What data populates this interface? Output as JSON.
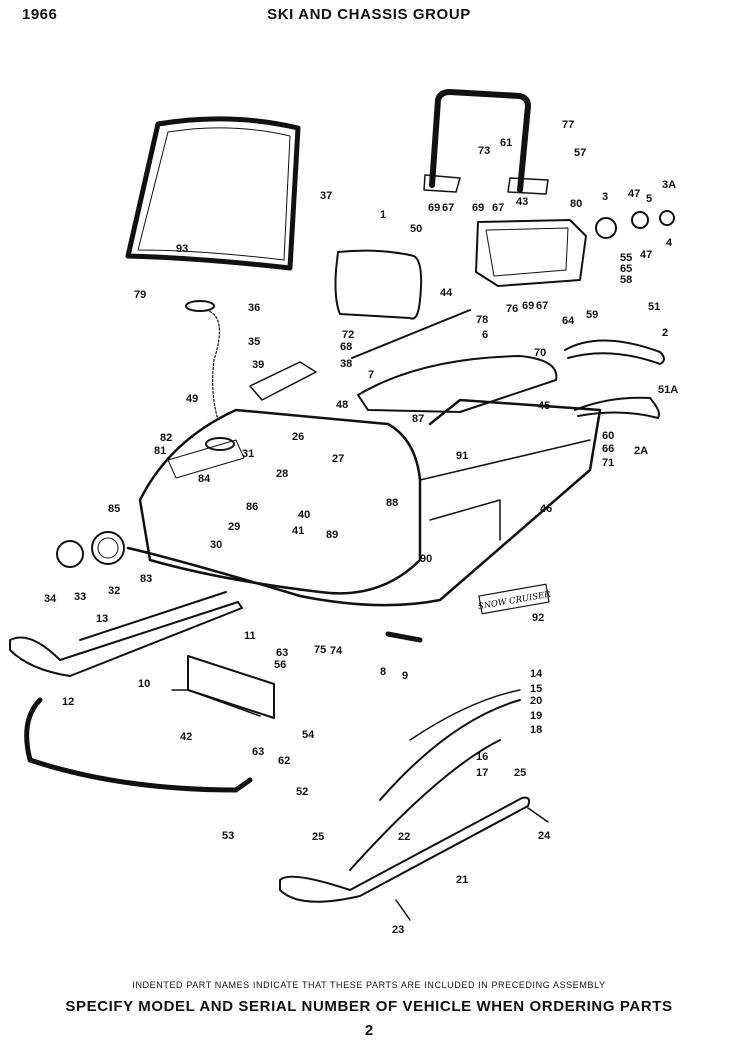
{
  "header": {
    "year": "1966",
    "title": "SKI AND CHASSIS GROUP"
  },
  "footer": {
    "note": "INDENTED PART NAMES INDICATE THAT THESE PARTS ARE INCLUDED IN PRECEDING ASSEMBLY",
    "instruction": "SPECIFY MODEL AND SERIAL NUMBER OF  VEHICLE  WHEN ORDERING PARTS",
    "page_number": "2"
  },
  "decal_text": "SNOW CRUISER",
  "callouts": [
    "1",
    "2",
    "2A",
    "3",
    "3A",
    "4",
    "5",
    "6",
    "7",
    "8",
    "9",
    "10",
    "11",
    "12",
    "13",
    "14",
    "15",
    "16",
    "17",
    "18",
    "19",
    "20",
    "21",
    "22",
    "23",
    "24",
    "25",
    "25",
    "26",
    "27",
    "28",
    "29",
    "30",
    "31",
    "32",
    "33",
    "34",
    "35",
    "36",
    "37",
    "38",
    "39",
    "40",
    "41",
    "42",
    "43",
    "44",
    "45",
    "46",
    "47",
    "47",
    "48",
    "49",
    "50",
    "51",
    "51A",
    "52",
    "53",
    "54",
    "55",
    "56",
    "57",
    "58",
    "59",
    "60",
    "61",
    "62",
    "63",
    "63",
    "64",
    "65",
    "66",
    "67",
    "67",
    "67",
    "68",
    "69",
    "69",
    "69",
    "70",
    "71",
    "72",
    "73",
    "74",
    "75",
    "76",
    "77",
    "78",
    "79",
    "80",
    "81",
    "82",
    "83",
    "84",
    "85",
    "86",
    "87",
    "88",
    "89",
    "90",
    "91",
    "92",
    "93"
  ]
}
